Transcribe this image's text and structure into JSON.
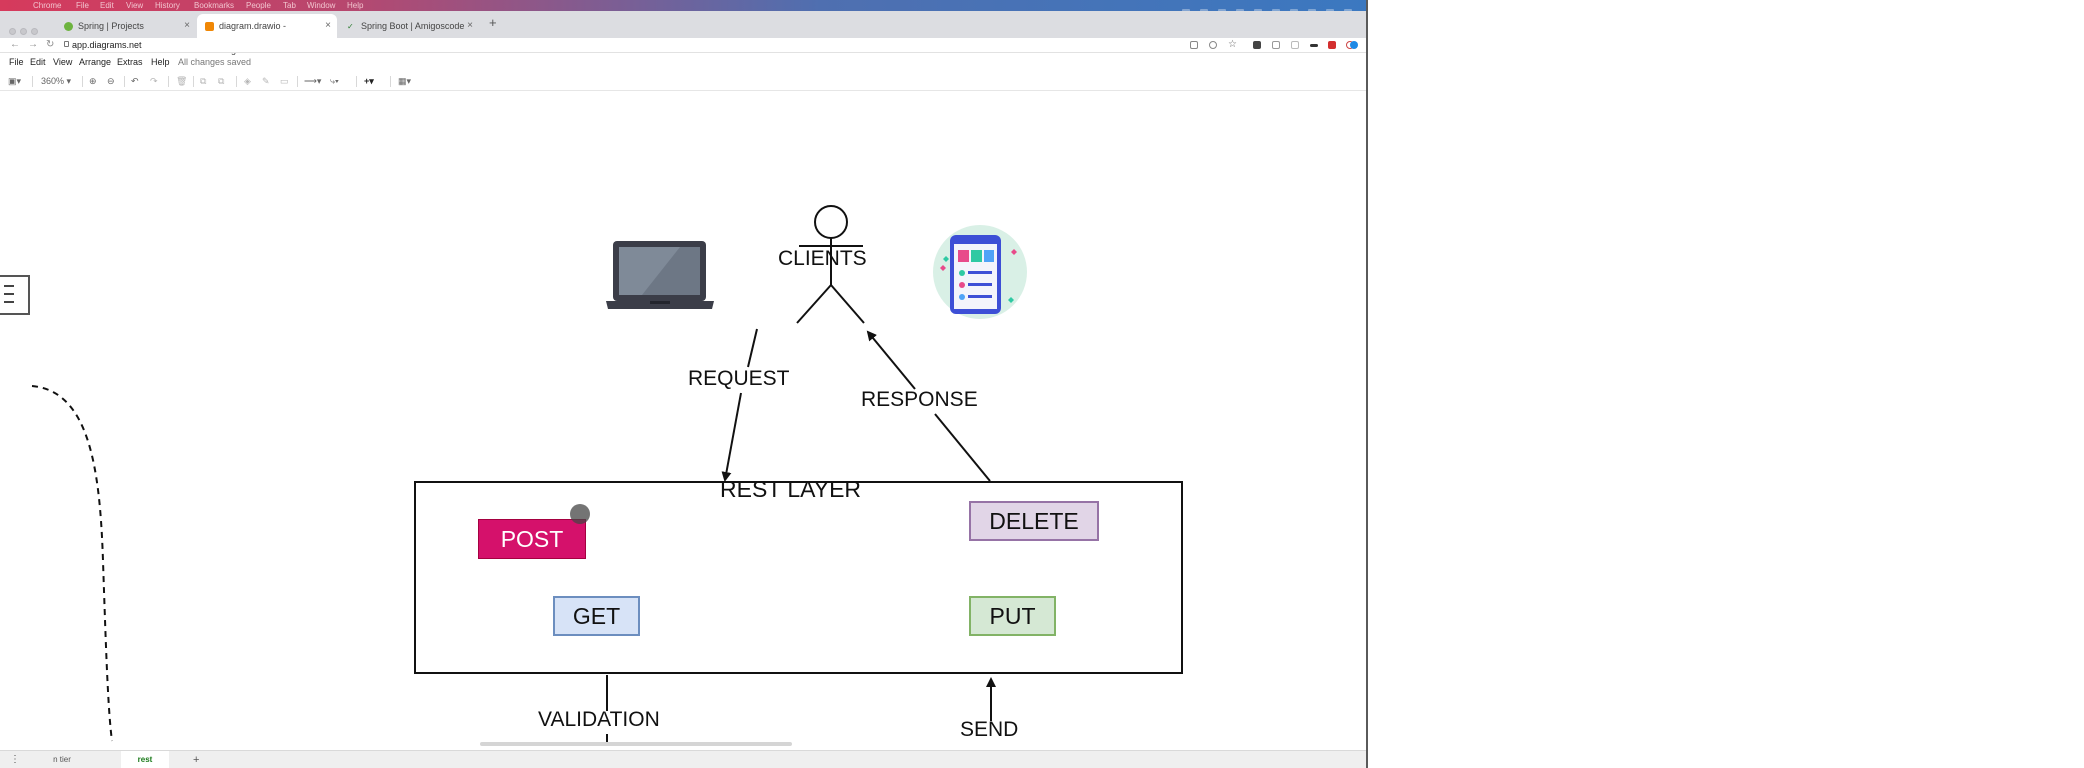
{
  "menubar": {
    "items": [
      "Chrome",
      "File",
      "Edit",
      "View",
      "History",
      "Bookmarks",
      "People",
      "Tab",
      "Window",
      "Help"
    ]
  },
  "tabs": [
    {
      "title": "Spring | Projects",
      "favicon_color": "#6db33f"
    },
    {
      "title": "diagram.drawio - diagrams.net",
      "favicon_color": "#f08705"
    },
    {
      "title": "Spring Boot | Amigoscode",
      "favicon_color": "#2e7d32"
    }
  ],
  "address": {
    "url": "app.diagrams.net"
  },
  "app_menu": {
    "items": [
      "File",
      "Edit",
      "View",
      "Arrange",
      "Extras",
      "Help"
    ],
    "status": "All changes saved"
  },
  "toolbar": {
    "zoom": "360%"
  },
  "diagram": {
    "clients_label": "CLIENTS",
    "request_label": "REQUEST",
    "response_label": "RESPONSE",
    "rest_layer_label": "REST LAYER",
    "methods": {
      "post": "POST",
      "get": "GET",
      "delete": "DELETE",
      "put": "PUT"
    },
    "validation_label": "VALIDATION",
    "send_label": "SEND",
    "colors": {
      "post_fill": "#d5116b",
      "get_fill": "#d7e3f7",
      "get_border": "#6c8ebf",
      "delete_fill": "#e1d5e7",
      "delete_border": "#9673a6",
      "put_fill": "#d5e8d4",
      "put_border": "#82b366"
    }
  },
  "pages": {
    "items": [
      "n tier",
      "rest"
    ],
    "active": "rest"
  }
}
